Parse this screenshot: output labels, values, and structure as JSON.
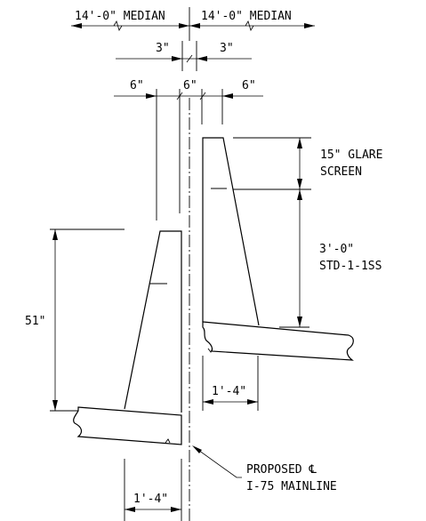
{
  "labels": {
    "median_left": "14'-0\" MEDIAN",
    "median_right": "14'-0\" MEDIAN",
    "dim_3_left": "3\"",
    "dim_3_right": "3\"",
    "dim_6_left": "6\"",
    "dim_6_center": "6\"",
    "dim_6_right": "6\"",
    "glare_line1": "15\" GLARE",
    "glare_line2": "SCREEN",
    "std_line1": "3'-0\"",
    "std_line2": "STD-1-1SS",
    "height_51": "51\"",
    "width_top": "1'-4\"",
    "width_bottom": "1'-4\"",
    "centerline_line1": "PROPOSED ℄",
    "centerline_line2": "I-75 MAINLINE"
  }
}
